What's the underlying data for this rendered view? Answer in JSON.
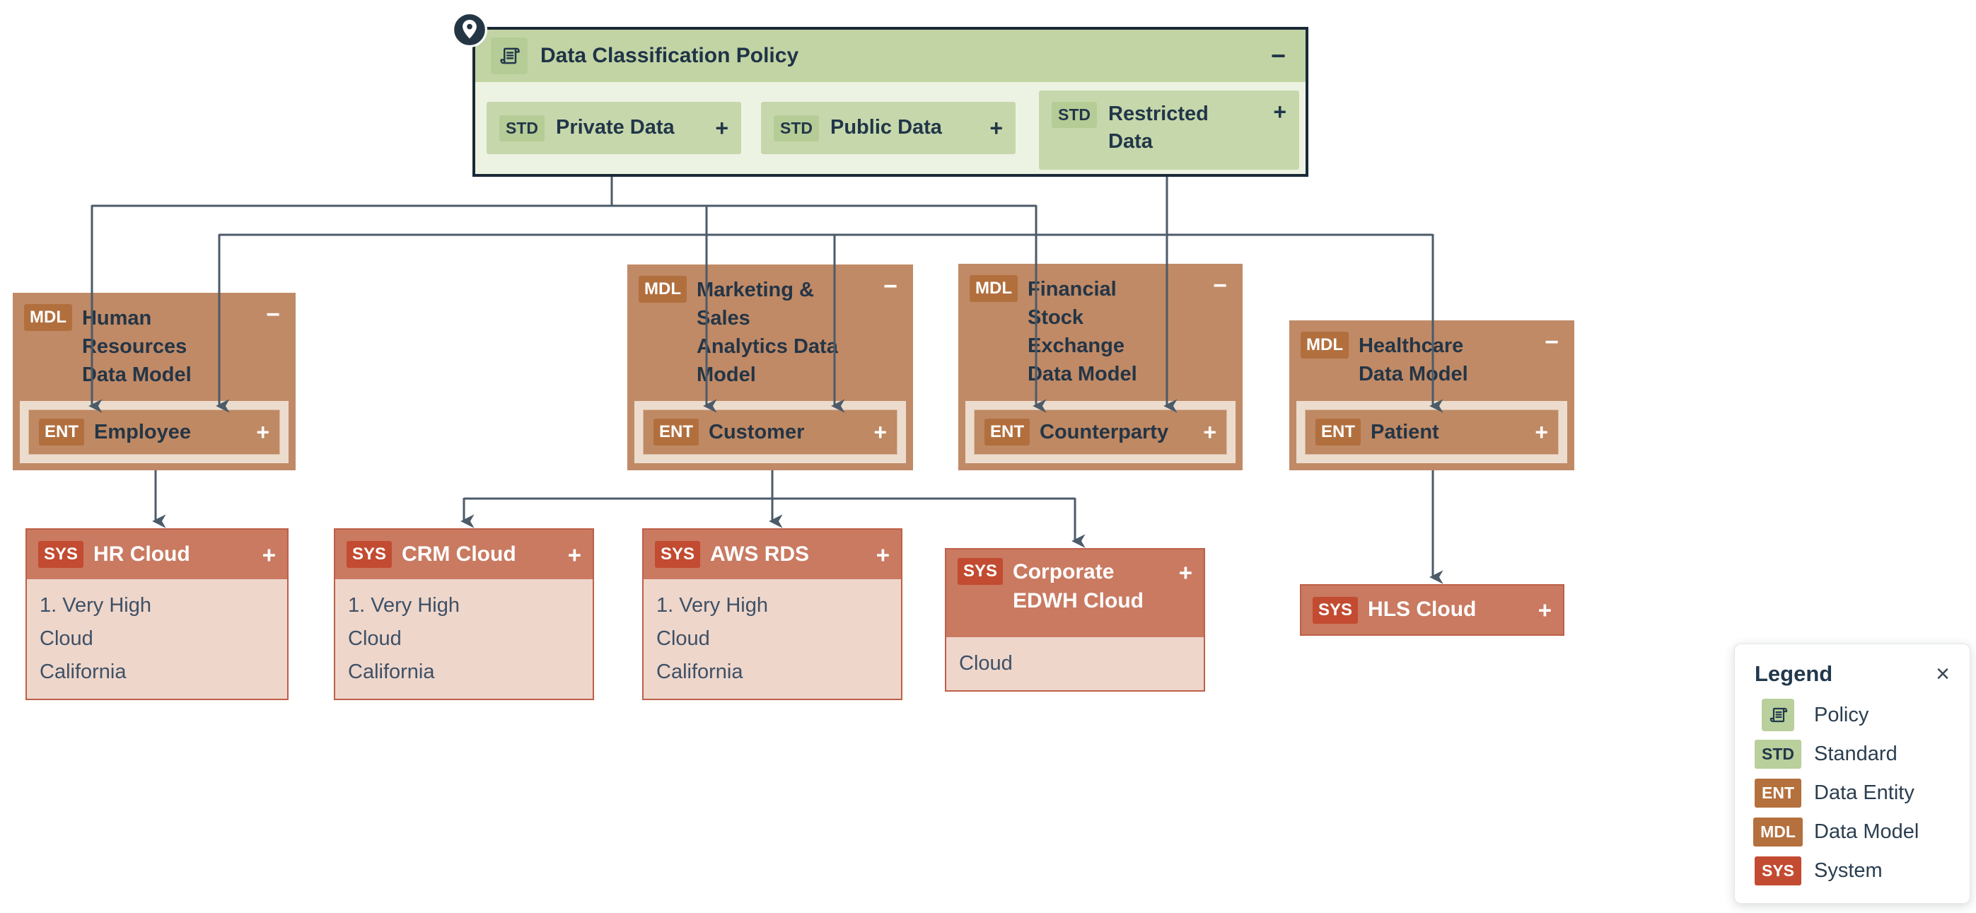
{
  "ui": {
    "expand_label": "+",
    "collapse_label": "−",
    "close_label": "×"
  },
  "colors": {
    "policy_header_green": "#c2d4a4",
    "policy_body_green": "#edf3e2",
    "standard_chip_green": "#c6d8ab",
    "model_brown": "#c08a66",
    "badge_brown": "#b26f3e",
    "entity_strip": "#ecdccd",
    "system_header_red": "#c97a61",
    "badge_red": "#c24b31",
    "system_body_pink": "#eed6cb",
    "connector_gray": "#4c5b69",
    "text_navy": "#22384c"
  },
  "policy": {
    "title": "Data Classification Policy",
    "standards": [
      {
        "badge": "STD",
        "label": "Private Data"
      },
      {
        "badge": "STD",
        "label": "Public Data"
      },
      {
        "badge": "STD",
        "label": "Restricted Data"
      }
    ]
  },
  "models": [
    {
      "badge": "MDL",
      "title": "Human Resources Data Model",
      "entity": {
        "badge": "ENT",
        "label": "Employee"
      }
    },
    {
      "badge": "MDL",
      "title": "Marketing & Sales Analytics Data Model",
      "entity": {
        "badge": "ENT",
        "label": "Customer"
      }
    },
    {
      "badge": "MDL",
      "title": "Financial Stock Exchange Data Model",
      "entity": {
        "badge": "ENT",
        "label": "Counterparty"
      }
    },
    {
      "badge": "MDL",
      "title": "Healthcare Data Model",
      "entity": {
        "badge": "ENT",
        "label": "Patient"
      }
    }
  ],
  "systems": [
    {
      "badge": "SYS",
      "title": "HR Cloud",
      "attributes": [
        "1. Very High",
        "Cloud",
        "California"
      ]
    },
    {
      "badge": "SYS",
      "title": "CRM Cloud",
      "attributes": [
        "1. Very High",
        "Cloud",
        "California"
      ]
    },
    {
      "badge": "SYS",
      "title": "AWS RDS",
      "attributes": [
        "1. Very High",
        "Cloud",
        "California"
      ]
    },
    {
      "badge": "SYS",
      "title": "Corporate EDWH Cloud",
      "attributes": [
        "Cloud"
      ]
    },
    {
      "badge": "SYS",
      "title": "HLS Cloud",
      "attributes": []
    }
  ],
  "legend": {
    "title": "Legend",
    "items": [
      {
        "badge": "",
        "label": "Policy"
      },
      {
        "badge": "STD",
        "label": "Standard"
      },
      {
        "badge": "ENT",
        "label": "Data Entity"
      },
      {
        "badge": "MDL",
        "label": "Data Model"
      },
      {
        "badge": "SYS",
        "label": "System"
      }
    ]
  }
}
